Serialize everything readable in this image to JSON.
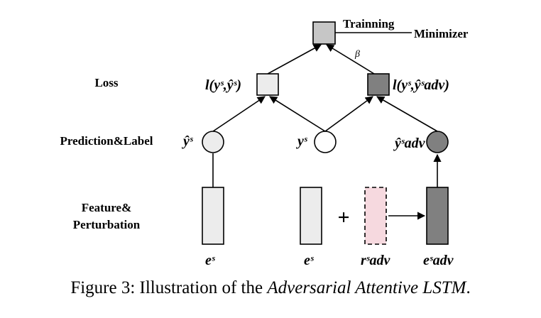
{
  "diagram": {
    "row_labels": {
      "loss": "Loss",
      "prediction": "Prediction&Label",
      "feature_line1": "Feature&",
      "feature_line2": "Perturbation"
    },
    "top": {
      "trainning": "Trainning",
      "minimizer": "Minimizer",
      "beta": "β"
    },
    "loss_labels": {
      "left": "l(yˢ,ŷˢ)",
      "right": "l(yˢ,ŷˢadv)"
    },
    "prediction_labels": {
      "yhat_s": "ŷˢ",
      "y_s": "yˢ",
      "yhat_adv": "ŷˢadv"
    },
    "feature_labels": {
      "e_s_1": "eˢ",
      "e_s_2": "eˢ",
      "r_adv": "rˢadv",
      "e_adv": "eˢadv"
    },
    "plus": "+",
    "colors": {
      "light_gray": "#ececec",
      "mid_gray": "#c6c6c6",
      "dark_gray": "#808080",
      "perturb_pink": "#f6d9df"
    }
  },
  "caption": {
    "prefix": "Figure 3: Illustration of the ",
    "italic": "Adversarial Attentive LSTM",
    "suffix": "."
  }
}
